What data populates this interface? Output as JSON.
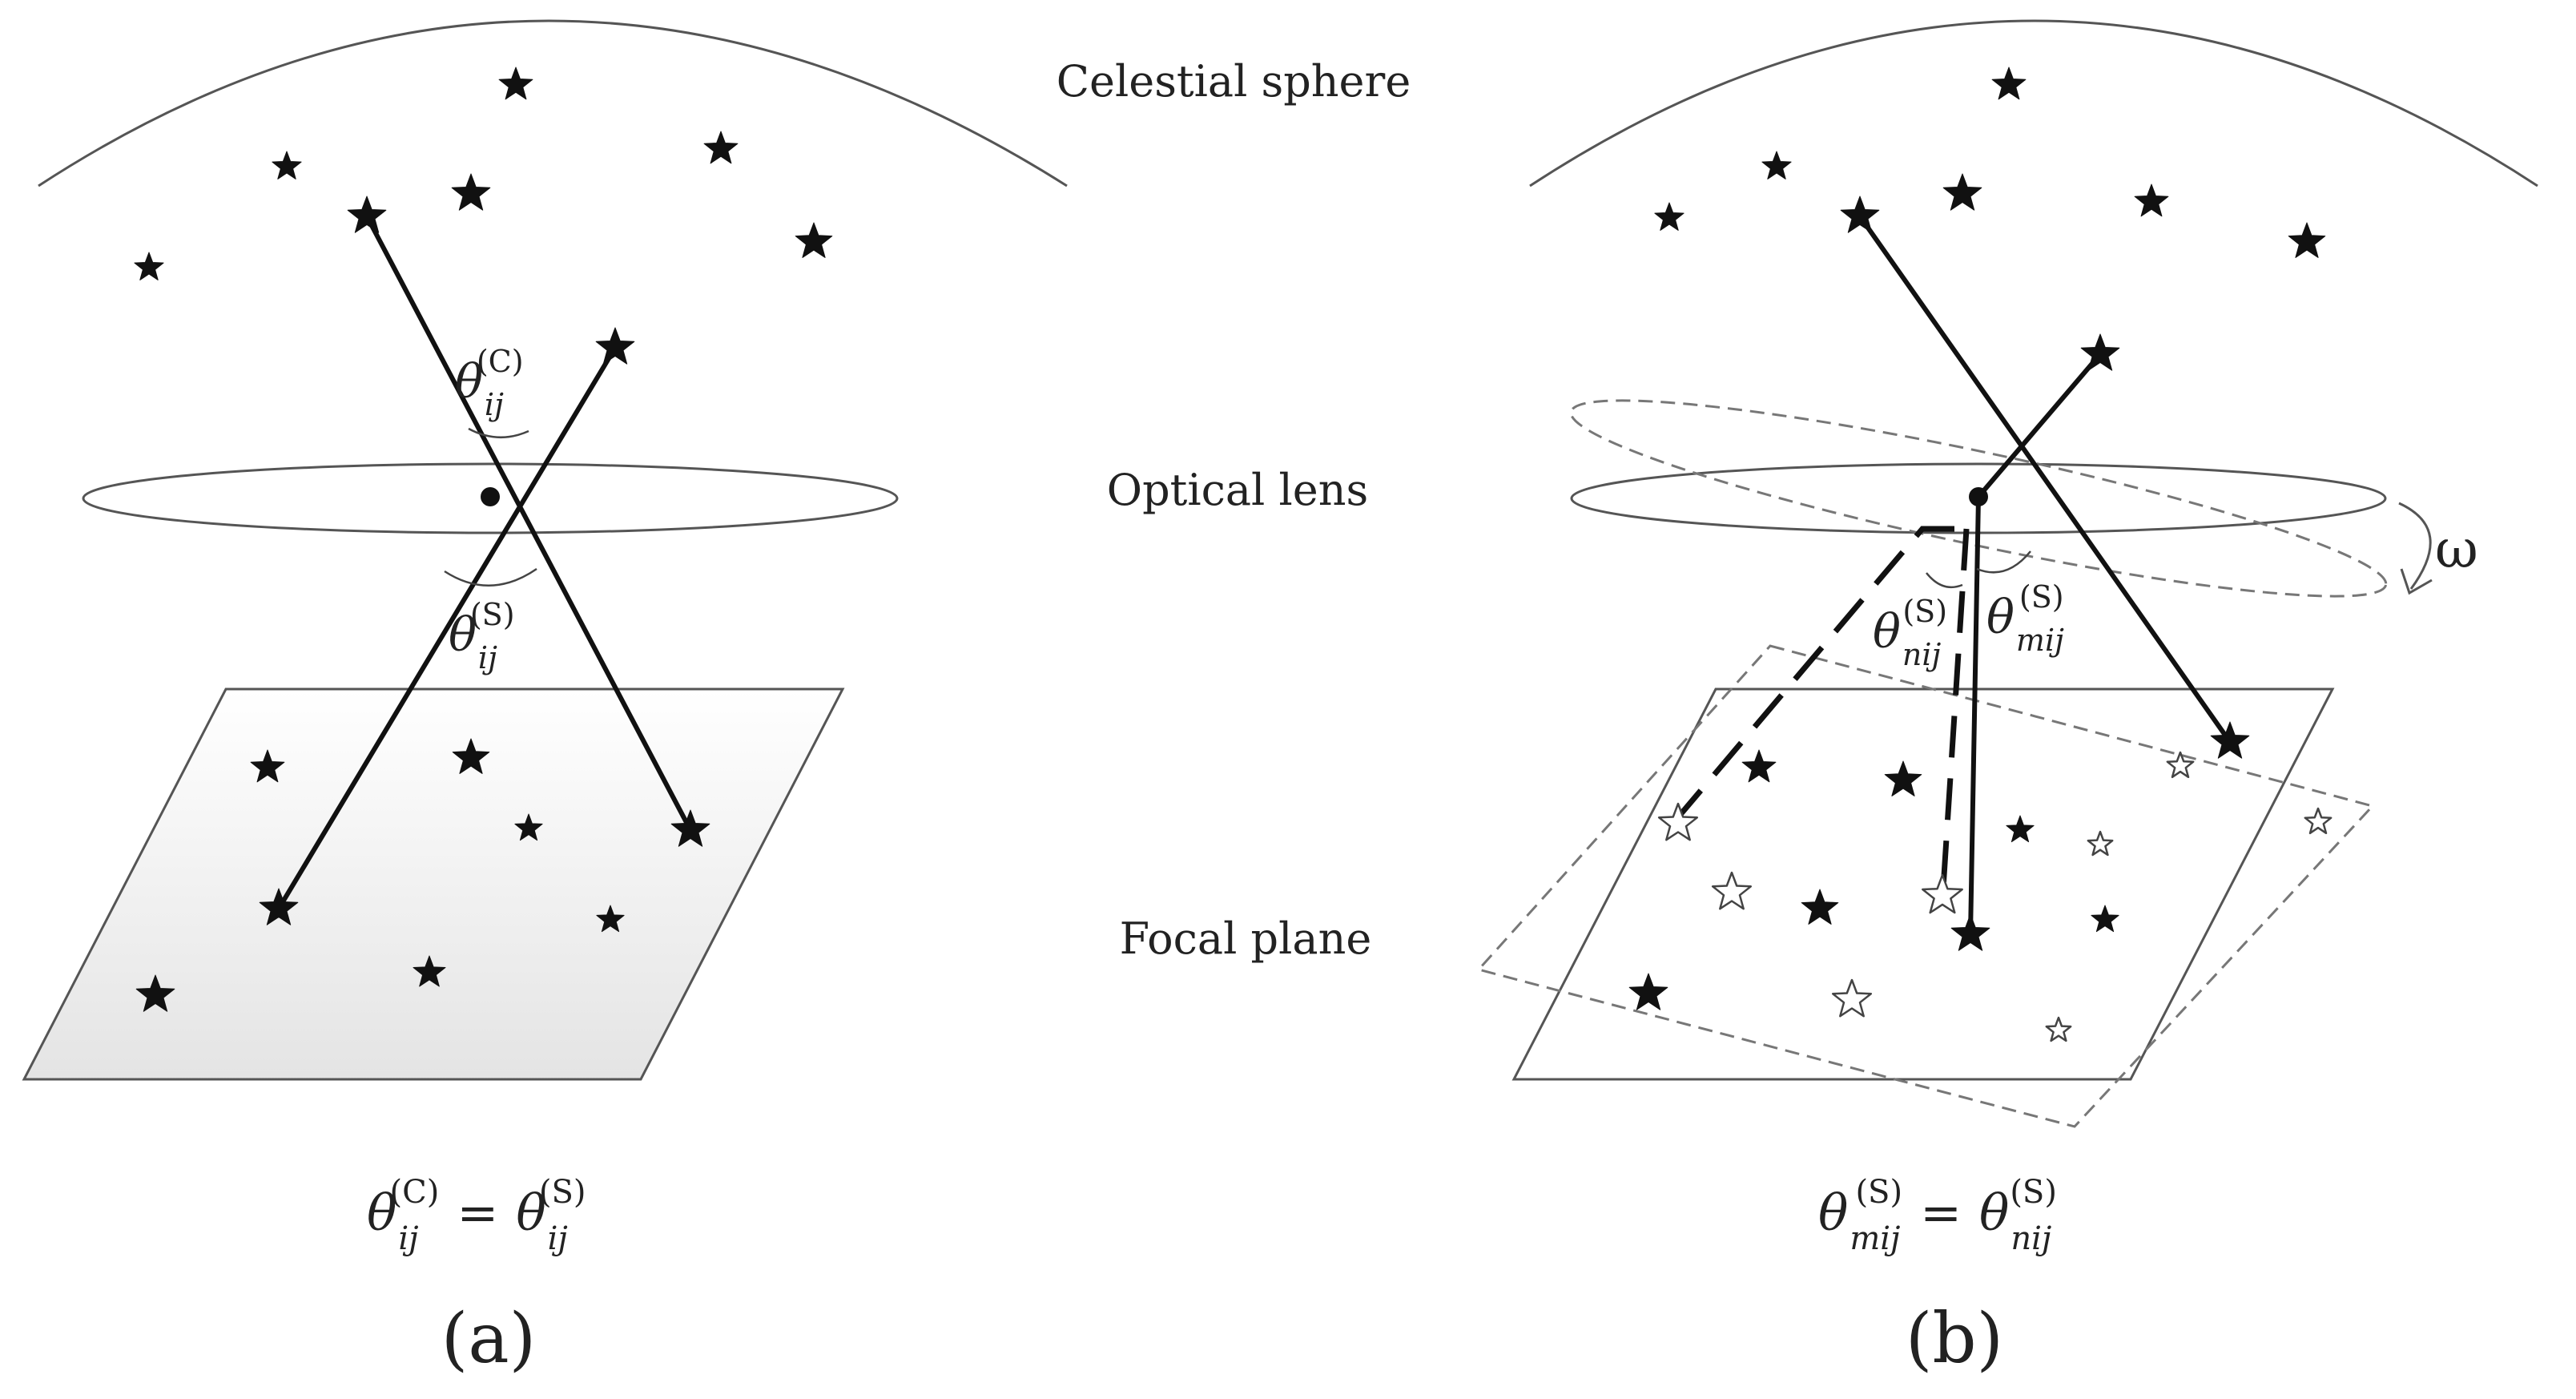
{
  "labels": {
    "celestial_sphere": "Celestial sphere",
    "optical_lens": "Optical lens",
    "focal_plane": "Focal plane",
    "omega": "ω",
    "caption_a": "(a)",
    "caption_b": "(b)"
  },
  "symbols": {
    "theta": "θ",
    "eq": "=",
    "sub_ij": "ij",
    "sub_mij": "mij",
    "sub_nij": "nij",
    "sup_c": "(C)",
    "sup_s": "(S)"
  },
  "colors": {
    "ink": "#111111",
    "outline": "#555555",
    "dashed": "#777777",
    "plane_fill_top": "#ffffff",
    "plane_fill_bottom": "#e6e6e6"
  },
  "icons": {
    "filled_star": "filled-star-icon",
    "hollow_star": "hollow-star-icon"
  }
}
